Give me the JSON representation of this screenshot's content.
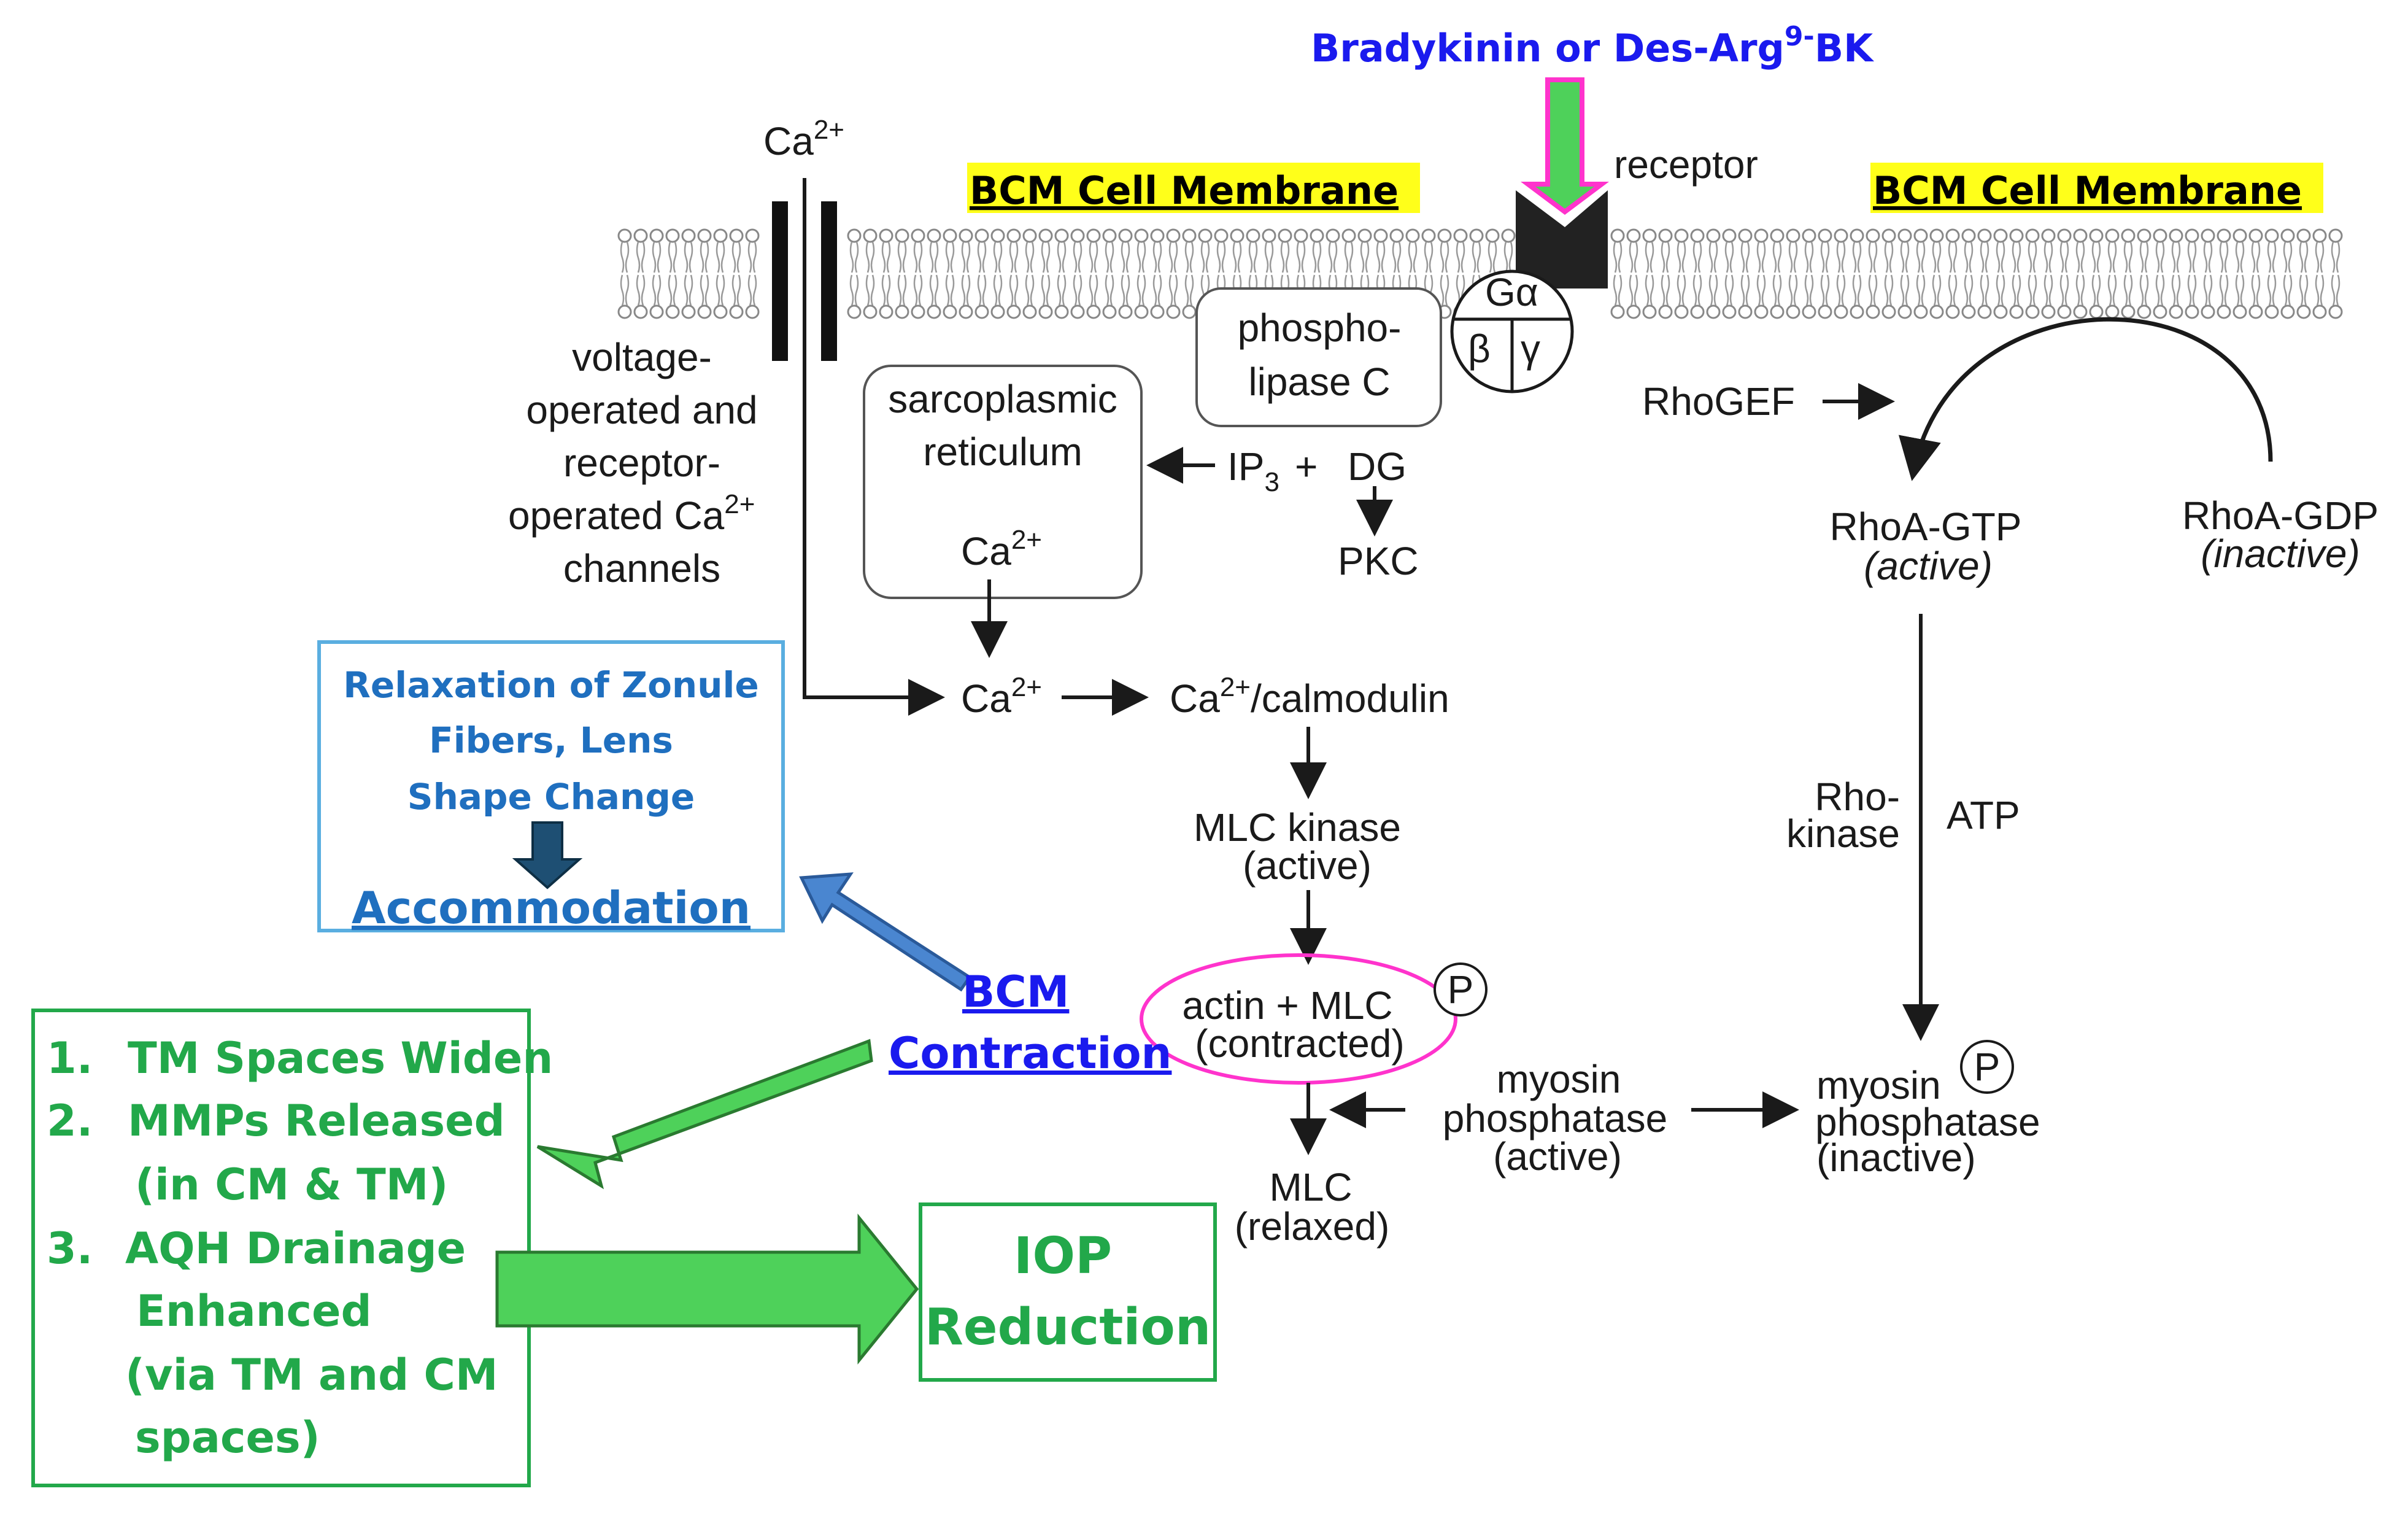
{
  "stimulus": {
    "text": "Bradykinin or Des-Arg",
    "sup": "9-",
    "suffix": "BK"
  },
  "membrane": {
    "left_title": "BCM Cell Membrane",
    "right_title": "BCM Cell Membrane",
    "receptor": "receptor"
  },
  "gprotein": {
    "alpha": "Gα",
    "beta": "β",
    "gamma": "γ"
  },
  "calcium": {
    "ion": "Ca",
    "charge": "2+"
  },
  "channels": {
    "line1": "voltage-",
    "line2": "operated and",
    "line3": "receptor-",
    "line4": "operated Ca",
    "line5": "channels"
  },
  "plc": {
    "line1": "phospho-",
    "line2": "lipase C"
  },
  "sr": {
    "line1": "sarcoplasmic",
    "line2": "reticulum"
  },
  "ip3": {
    "base": "IP",
    "sub": "3",
    "plus": "+",
    "dg": "DG",
    "pkc": "PKC"
  },
  "calmodulin": {
    "suffix": "/calmodulin"
  },
  "mlck": {
    "line1": "MLC  kinase",
    "line2": "(active)"
  },
  "actin": {
    "line1": "actin + MLC",
    "line2": "(contracted)",
    "p": "P"
  },
  "mlc_relaxed": {
    "line1": "MLC",
    "line2": "(relaxed)"
  },
  "mp_active": {
    "line1": "myosin",
    "line2": "phosphatase",
    "line3": "(active)"
  },
  "mp_inactive": {
    "line1": "myosin",
    "line2": "phosphatase",
    "line3": "(inactive)",
    "p": "P"
  },
  "rho": {
    "gef": "RhoGEF",
    "gtp": "RhoA-GTP",
    "gtp_state": "(active)",
    "gdp": "RhoA-GDP",
    "gdp_state": "(inactive)",
    "kinase1": "Rho-",
    "kinase2": "kinase",
    "atp": "ATP"
  },
  "relaxation": {
    "line1": "Relaxation of Zonule",
    "line2": "Fibers, Lens",
    "line3": "Shape Change",
    "result": "Accommodation"
  },
  "bcm_contraction": {
    "line1": "BCM ",
    "line2": "Contraction"
  },
  "effects": {
    "n1": "1.",
    "item1": "TM Spaces Widen",
    "n2": "2.",
    "item2": "MMPs Released",
    "item2b": "(in CM & TM)",
    "n3": "3.",
    "item3": "AQH Drainage",
    "item3b": "Enhanced",
    "item3c": "(via TM and CM",
    "item3d": "spaces)"
  },
  "iop": {
    "line1": "IOP",
    "line2": "Reduction"
  },
  "colors": {
    "green": "#22a84a",
    "arrow_green": "#4ed15a",
    "blue_arrow": "#4a86d0",
    "magenta": "#ff33cc",
    "highlight": "#ffff1a",
    "light_blue": "#5aaee0",
    "dark_teal": "#1e4f73"
  }
}
